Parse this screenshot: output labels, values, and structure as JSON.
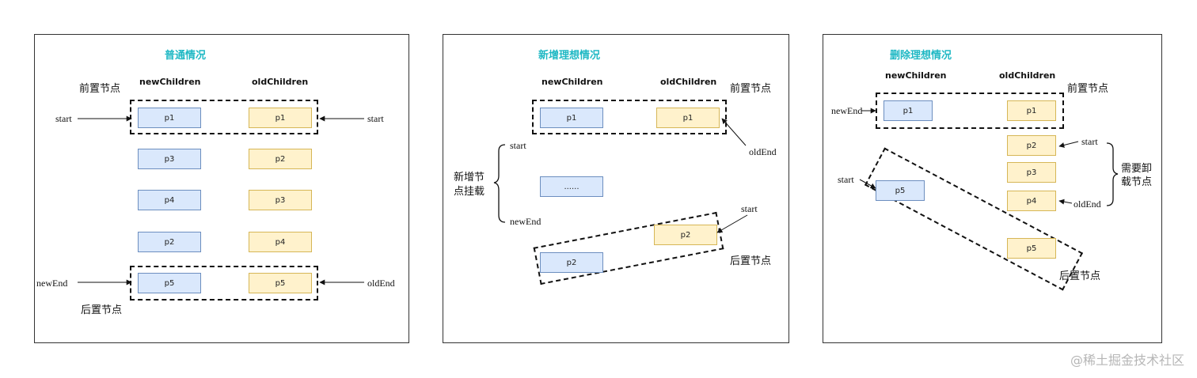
{
  "panels": [
    {
      "title": "普通情况",
      "new_header": "newChildren",
      "old_header": "oldChildren",
      "front_label": "前置节点",
      "back_label": "后置节点",
      "new_nodes": [
        "p1",
        "p3",
        "p4",
        "p2",
        "p5"
      ],
      "old_nodes": [
        "p1",
        "p2",
        "p3",
        "p4",
        "p5"
      ],
      "pointers": {
        "start_left": "start",
        "start_right": "start",
        "end_left": "newEnd",
        "end_right": "oldEnd"
      }
    },
    {
      "title": "新增理想情况",
      "new_header": "newChildren",
      "old_header": "oldChildren",
      "front_label": "前置节点",
      "back_label": "后置节点",
      "mount_label_line1": "新增节",
      "mount_label_line2": "点挂载",
      "new_nodes": [
        "p1",
        "......",
        "p2"
      ],
      "old_nodes": [
        "p1",
        "p2"
      ],
      "pointers": {
        "start": "start",
        "new_end": "newEnd",
        "old_end": "oldEnd",
        "old_start": "start"
      }
    },
    {
      "title": "删除理想情况",
      "new_header": "newChildren",
      "old_header": "oldChildren",
      "front_label": "前置节点",
      "back_label": "后置节点",
      "unmount_label_line1": "需要卸",
      "unmount_label_line2": "载节点",
      "new_nodes": [
        "p1",
        "p5"
      ],
      "old_nodes": [
        "p1",
        "p2",
        "p3",
        "p4",
        "p5"
      ],
      "pointers": {
        "new_end": "newEnd",
        "new_start": "start",
        "old_start": "start",
        "old_end": "oldEnd"
      }
    }
  ],
  "watermark": "@稀土掘金技术社区"
}
